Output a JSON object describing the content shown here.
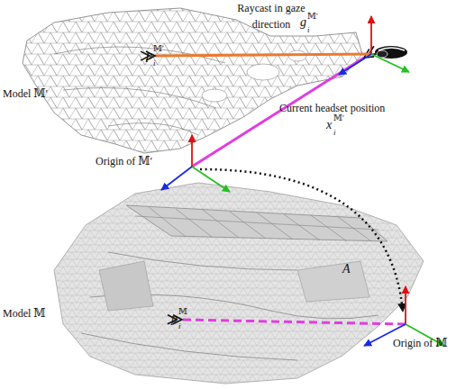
{
  "diagram": {
    "labels": [
      "Raycast in gaze direction",
      "g",
      "i",
      "𝕄′",
      "p",
      "i",
      "𝕄′",
      "Model 𝕄′",
      "Current headset position",
      "x",
      "i",
      "𝕄′",
      "Origin of 𝕄′",
      "A",
      "Model 𝕄",
      "p",
      "i",
      "𝕄",
      "Origin of 𝕄"
    ]
  }
}
